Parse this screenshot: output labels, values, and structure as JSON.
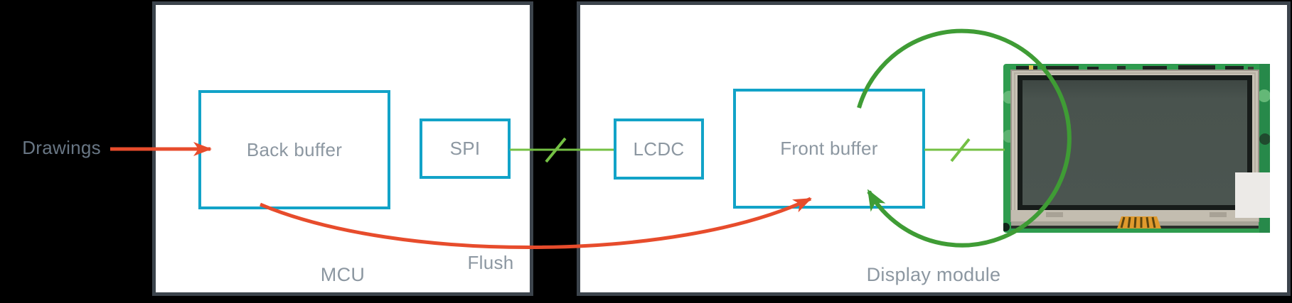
{
  "diagram": {
    "external_input_label": "Drawings",
    "flush_label": "Flush",
    "mcu": {
      "label": "MCU",
      "back_buffer_label": "Back buffer",
      "spi_label": "SPI"
    },
    "display_module": {
      "label": "Display module",
      "lcdc_label": "LCDC",
      "front_buffer_label": "Front buffer"
    },
    "connections": {
      "drawings_to_back_buffer": "red arrow",
      "back_buffer_to_front_buffer": "red curved arrow labeled Flush",
      "spi_to_lcdc": "green bus line with width slash",
      "front_buffer_to_panel": "green bus line with width slash",
      "front_buffer_refresh_loop": "green circular arrow over LCD panel photo"
    }
  },
  "colors": {
    "background": "#000000",
    "module_border": "#3c444c",
    "module_fill": "#ffffff",
    "block_border": "#12a3c8",
    "label_text": "#8c97a1",
    "external_text": "#687684",
    "red_arrow": "#e74c2c",
    "bus_green": "#74c044",
    "loop_green": "#3f9c35",
    "pcb_green": "#2f9c4f",
    "bezel": "#c8c2b5",
    "screen": "#49534e",
    "flex_connector_orange": "#e09a2d"
  }
}
